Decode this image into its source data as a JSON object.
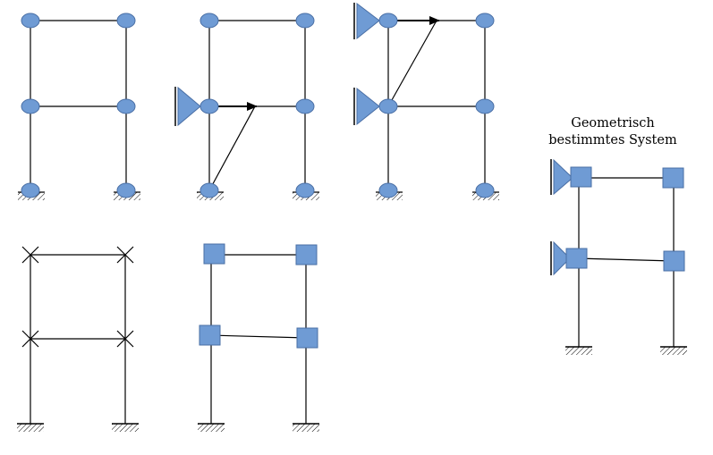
{
  "caption": {
    "line1": "Geometrisch",
    "line2": "bestimmtes System"
  },
  "colors": {
    "node_fill": "#6f9bd4",
    "node_stroke": "#4a6fa5",
    "line": "#000000"
  },
  "panels": [
    {
      "id": "frame-all-joint-hinges",
      "nodes": "circle",
      "fixed_bases": false,
      "supports": 0,
      "kinematic_arrows": 0
    },
    {
      "id": "frame-one-support-mechanism",
      "nodes": "circle",
      "fixed_bases": false,
      "supports": 1,
      "kinematic_arrows": 1
    },
    {
      "id": "frame-two-supports-mechanism",
      "nodes": "circle",
      "fixed_bases": false,
      "supports": 2,
      "kinematic_arrows": 1
    },
    {
      "id": "frame-rigid-corners-marked",
      "nodes": "cross",
      "fixed_bases": true,
      "supports": 0,
      "kinematic_arrows": 0
    },
    {
      "id": "frame-rigid-corners",
      "nodes": "square",
      "fixed_bases": true,
      "supports": 0,
      "kinematic_arrows": 0
    },
    {
      "id": "frame-geometrically-determinate",
      "nodes": "square",
      "fixed_bases": true,
      "supports": 2,
      "kinematic_arrows": 0
    }
  ]
}
